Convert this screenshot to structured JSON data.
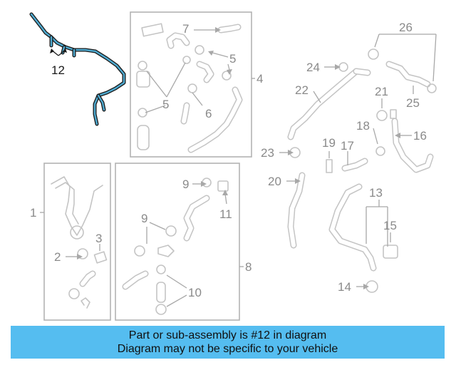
{
  "highlighted_part": "12",
  "callouts": {
    "c1": "1",
    "c2": "2",
    "c3": "3",
    "c4": "4",
    "c5a": "5",
    "c5b": "5",
    "c6": "6",
    "c7": "7",
    "c8": "8",
    "c9a": "9",
    "c9b": "9",
    "c10": "10",
    "c11": "11",
    "c12": "12",
    "c13": "13",
    "c14": "14",
    "c15": "15",
    "c16": "16",
    "c17": "17",
    "c18": "18",
    "c19": "19",
    "c20": "20",
    "c21": "21",
    "c22": "22",
    "c23": "23",
    "c24": "24",
    "c25": "25",
    "c26": "26"
  },
  "banner": {
    "line1": "Part or sub-assembly is #12 in diagram",
    "line2": "Diagram may not be specific to your vehicle"
  },
  "colors": {
    "highlight": "#4ea9cf",
    "banner_bg": "#55bdf0",
    "line_art": "#c4c4c4"
  }
}
